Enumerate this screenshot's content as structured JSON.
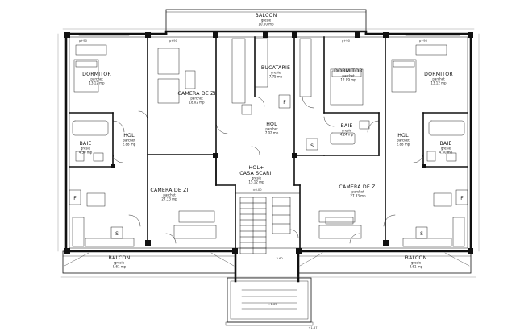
{
  "plan": {
    "rooms": [
      {
        "key": "balcon_top",
        "name": "BALCON",
        "material": "gresie",
        "area": "10.00 mp"
      },
      {
        "key": "dorm_l",
        "name": "DORMITOR",
        "material": "parchet",
        "area": "13.12 mp"
      },
      {
        "key": "camera_top",
        "name": "CAMERA DE ZI",
        "material": "parchet",
        "area": "18.02 mp"
      },
      {
        "key": "bucatarie",
        "name": "BUCATARIE",
        "material": "gresie",
        "area": "7.75 mp"
      },
      {
        "key": "dorm_c",
        "name": "DORMITOR",
        "material": "parchet",
        "area": "12.09 mp"
      },
      {
        "key": "dorm_r",
        "name": "DORMITOR",
        "material": "parchet",
        "area": "13.12 mp"
      },
      {
        "key": "hol_l",
        "name": "HOL",
        "material": "parchet",
        "area": "2.88 mp"
      },
      {
        "key": "baie_l",
        "name": "BAIE",
        "material": "gresie",
        "area": "4.50 mp"
      },
      {
        "key": "hol_c",
        "name": "HOL",
        "material": "parchet",
        "area": "7.02 mp"
      },
      {
        "key": "baie_c",
        "name": "BAIE",
        "material": "gresie",
        "area": "4.24 mp"
      },
      {
        "key": "hol_r",
        "name": "HOL",
        "material": "parchet",
        "area": "2.88 mp"
      },
      {
        "key": "baie_r",
        "name": "BAIE",
        "material": "gresie",
        "area": "4.50 mp"
      },
      {
        "key": "hol_scari",
        "name": "HOL+",
        "name2": "CASA SCARII",
        "material": "gresie",
        "area": "15.12 mp"
      },
      {
        "key": "camera_l",
        "name": "CAMERA DE ZI",
        "material": "parchet",
        "area": "27.33 mp"
      },
      {
        "key": "camera_r",
        "name": "CAMERA DE ZI",
        "material": "parchet",
        "area": "27.33 mp"
      },
      {
        "key": "balcon_l",
        "name": "BALCON",
        "material": "gresie",
        "area": "8.61 mp"
      },
      {
        "key": "balcon_r",
        "name": "BALCON",
        "material": "gresie",
        "area": "8.61 mp"
      }
    ],
    "levels": {
      "hall": "±0.00",
      "stair": "-2.60",
      "entry": "+1.65",
      "outside": "+1.67"
    },
    "fixtures": {
      "fridge": "F",
      "stove": "S"
    },
    "dim_small": "p+90"
  }
}
